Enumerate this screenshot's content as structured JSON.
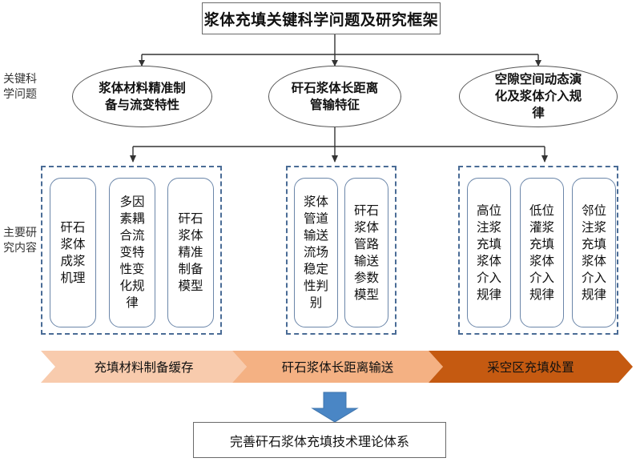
{
  "title": "浆体充填关键科学问题及研究框架",
  "side_labels": {
    "key_questions": "关键科学问题",
    "main_content": "主要研究内容"
  },
  "questions": [
    {
      "label": "浆体材料精准制备与流变特性"
    },
    {
      "label": "矸石浆体长距离管输特征"
    },
    {
      "label": "空隙空间动态演化及浆体介入规律"
    }
  ],
  "groups": [
    {
      "cards": [
        "矸石浆体成浆机理",
        "多因素耦合流变特性变化规律",
        "矸石浆体精准制备模型"
      ]
    },
    {
      "cards": [
        "浆体管道输送流场稳定性判别",
        "矸石浆体管路输送参数模型"
      ]
    },
    {
      "cards": [
        "高位注浆充填浆体介入规律",
        "低位灌浆充填浆体介入规律",
        "邻位注浆充填浆体介入规律"
      ]
    }
  ],
  "stages": [
    {
      "label": "充填材料制备缓存",
      "color": "#f8cbad"
    },
    {
      "label": "矸石浆体长距离输送",
      "color": "#f4b183"
    },
    {
      "label": "采空区充填处置",
      "color": "#c55a11"
    }
  ],
  "conclusion": "完善矸石浆体充填技术理论体系",
  "colors": {
    "dashed_border": "#4a6c96",
    "card_border": "#6b86a9",
    "arrow_fill": "#4a86c5"
  }
}
